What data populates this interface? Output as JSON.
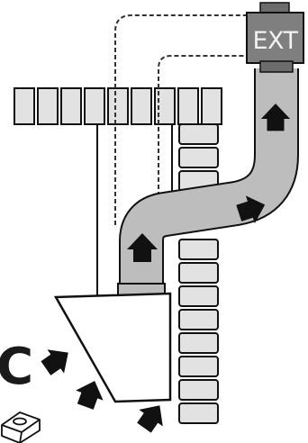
{
  "exhaust_box": {
    "label": "EXT"
  },
  "figure_letter": "C",
  "colors": {
    "outline": "#111111",
    "brick": "#e2e2e2",
    "duct": "#bdbdbd",
    "ext_box": "#7f7f7f",
    "ext_cap": "#6c6c6c",
    "arrow": "#111111"
  },
  "icons": [
    "airflow-arrow-icon",
    "range-hood",
    "duct-pipe",
    "exhaust-box",
    "brick-wall",
    "ceiling-joists"
  ]
}
